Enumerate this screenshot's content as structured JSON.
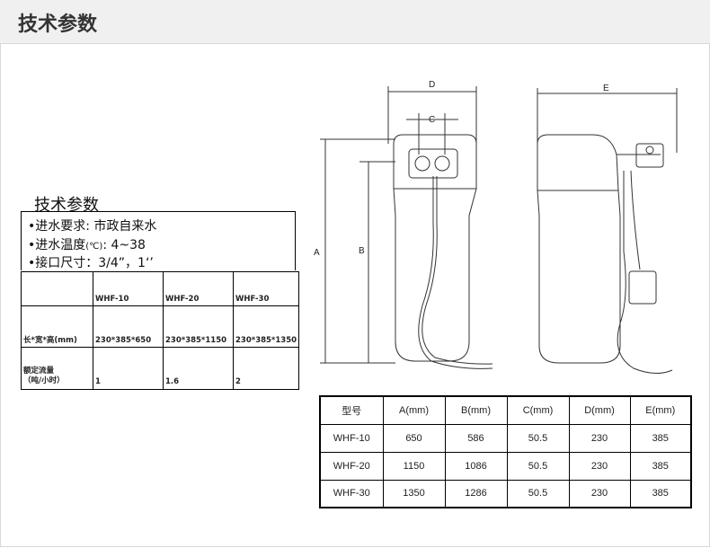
{
  "header": {
    "title": "技术参数"
  },
  "spec": {
    "title": "技术参数",
    "lines": {
      "water_req": "•进水要求: 市政自来水",
      "temp_prefix": "•进水温度",
      "temp_unit": "(℃)",
      "temp_value": ": 4~38",
      "port": "•接口尺寸：3/4”，1‘’"
    }
  },
  "model_table": {
    "headers": [
      "",
      "WHF-10",
      "WHF-20",
      "WHF-30"
    ],
    "rows": [
      [
        "长*宽*高(mm)",
        "230*385*650",
        "230*385*1150",
        "230*385*1350"
      ],
      [
        "额定流量\n（吨/小时）",
        "1",
        "1.6",
        "2"
      ]
    ]
  },
  "drawing": {
    "labels": {
      "A": "A",
      "B": "B",
      "C": "C",
      "D": "D",
      "E": "E"
    }
  },
  "dim_table": {
    "headers": [
      "型号",
      "A(mm)",
      "B(mm)",
      "C(mm)",
      "D(mm)",
      "E(mm)"
    ],
    "rows": [
      [
        "WHF-10",
        "650",
        "586",
        "50.5",
        "230",
        "385"
      ],
      [
        "WHF-20",
        "1150",
        "1086",
        "50.5",
        "230",
        "385"
      ],
      [
        "WHF-30",
        "1350",
        "1286",
        "50.5",
        "230",
        "385"
      ]
    ]
  }
}
